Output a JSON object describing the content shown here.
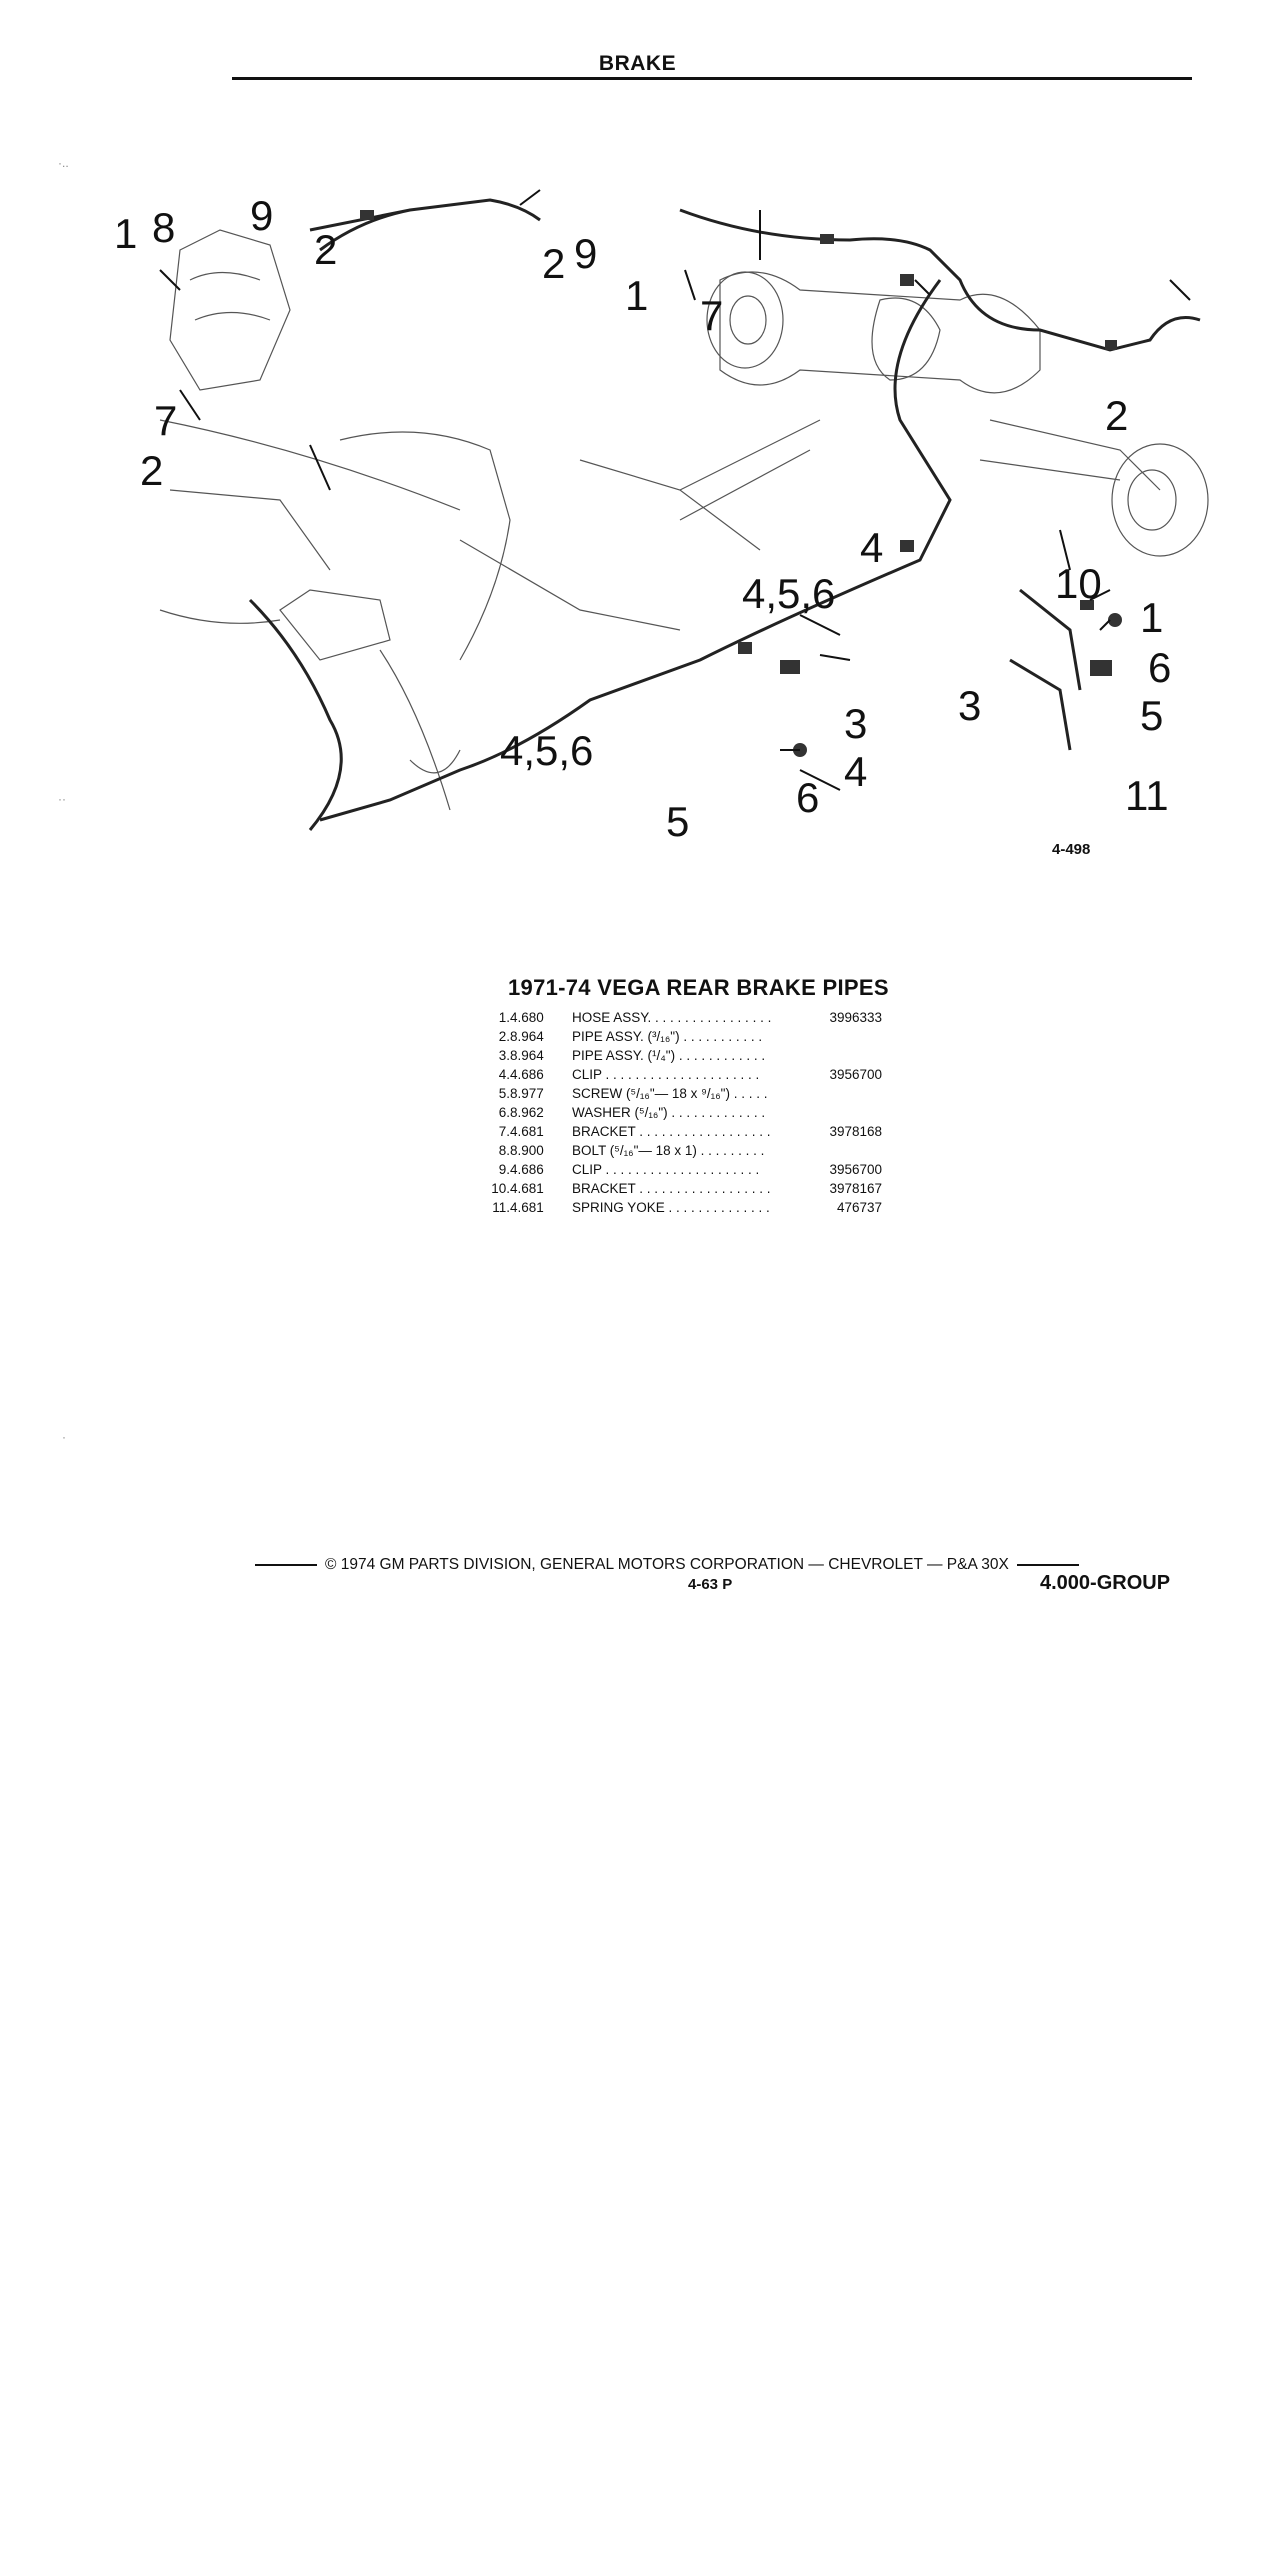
{
  "header": {
    "title": "BRAKE"
  },
  "figure": {
    "callouts": [
      "1",
      "8",
      "9",
      "2",
      "7",
      "2",
      "2",
      "9",
      "1",
      "7",
      "2",
      "4",
      "4,5,6",
      "10",
      "1",
      "6",
      "5",
      "3",
      "3",
      "4",
      "4,5,6",
      "6",
      "5",
      "11"
    ],
    "figure_number": "4-498"
  },
  "table": {
    "title": "1971-74 VEGA REAR BRAKE PIPES",
    "rows": [
      {
        "num": "1.",
        "group": "4.680",
        "desc": "HOSE ASSY. . . . . . . . . . . . . . . . .",
        "part": "3996333"
      },
      {
        "num": "2.",
        "group": "8.964",
        "desc": "PIPE ASSY. (³/₁₆\") . . . . . . . . . . .",
        "part": ""
      },
      {
        "num": "3.",
        "group": "8.964",
        "desc": "PIPE ASSY. (¹/₄\") . . . . . . . . . . . .",
        "part": ""
      },
      {
        "num": "4.",
        "group": "4.686",
        "desc": "CLIP . . . . . . . . . . . . . . . . . . . . .",
        "part": "3956700"
      },
      {
        "num": "5.",
        "group": "8.977",
        "desc": "SCREW (⁵/₁₆\"— 18 x ⁹/₁₆\") . . . . .",
        "part": ""
      },
      {
        "num": "6.",
        "group": "8.962",
        "desc": "WASHER (⁵/₁₆\") . . . . . . . . . . . . .",
        "part": ""
      },
      {
        "num": "7.",
        "group": "4.681",
        "desc": "BRACKET . . . . . . . . . . . . . . . . . .",
        "part": "3978168"
      },
      {
        "num": "8.",
        "group": "8.900",
        "desc": "BOLT (⁵/₁₆\"— 18 x 1) . . . . . . . . .",
        "part": ""
      },
      {
        "num": "9.",
        "group": "4.686",
        "desc": "CLIP . . . . . . . . . . . . . . . . . . . . .",
        "part": "3956700"
      },
      {
        "num": "10.",
        "group": "4.681",
        "desc": "BRACKET . . . . . . . . . . . . . . . . . .",
        "part": "3978167"
      },
      {
        "num": "11.",
        "group": "4.681",
        "desc": "SPRING YOKE . . . . . . . . . . . . . .",
        "part": "476737"
      }
    ]
  },
  "footer": {
    "copyright": "© 1974 GM PARTS DIVISION, GENERAL MOTORS CORPORATION — CHEVROLET — P&A 30X",
    "page": "4-63  P",
    "group": "4.000-GROUP"
  }
}
